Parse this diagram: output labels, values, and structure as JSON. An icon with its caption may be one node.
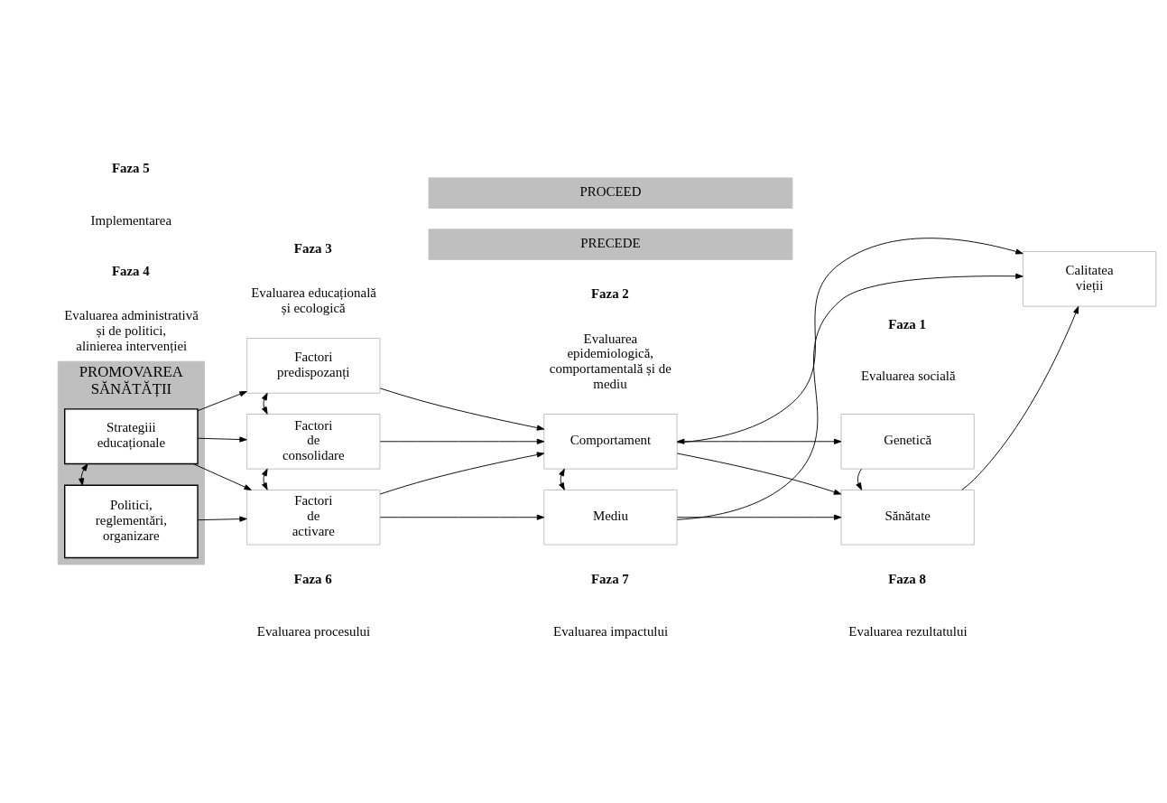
{
  "diagram": {
    "nodes": [
      {
        "text": [
          "PRECEDE"
        ]
      },
      {
        "text": [
          "PROMOVAREA SĂNĂTĂȚII"
        ]
      },
      {
        "text": [
          "Strategiii educaționale"
        ],
        "in": 1
      },
      {
        "text": [
          "Politici, reglementări, organizare"
        ],
        "in": 1
      },
      {
        "text": [
          "Factori predispozanți"
        ]
      },
      {
        "text": [
          "Factori de consolidare"
        ]
      },
      {
        "text": [
          "Factori de activare"
        ]
      },
      {
        "text": [
          "Genetică"
        ]
      },
      {
        "text": [
          "Comportament"
        ]
      },
      {
        "text": [
          "Mediu"
        ]
      },
      {
        "text": [
          "Sănătate"
        ]
      },
      {
        "text": [
          "Calitatea vieții"
        ]
      },
      {
        "text": [
          "PROCEED"
        ]
      }
    ],
    "edges": [
      {
        "from": 2,
        "to": 4,
        "arrow": "to"
      },
      {
        "from": 2,
        "to": 5,
        "arrow": "to"
      },
      {
        "from": 2,
        "to": 6,
        "arrow": "to"
      },
      {
        "from": 2,
        "to": 3,
        "arrow": "both"
      },
      {
        "from": 3,
        "to": 6,
        "arrow": "to"
      },
      {
        "from": 4,
        "to": 5,
        "arrow": "both"
      },
      {
        "from": 5,
        "to": 6,
        "arrow": "both"
      },
      {
        "from": 4,
        "to": 8,
        "arrow": "to"
      },
      {
        "from": 5,
        "to": 8,
        "arrow": "to"
      },
      {
        "from": 6,
        "to": 8,
        "arrow": "to"
      },
      {
        "from": 6,
        "to": 9,
        "arrow": "to"
      },
      {
        "from": 8,
        "to": 7,
        "arrow": "both"
      },
      {
        "from": 8,
        "to": 9,
        "arrow": "both"
      },
      {
        "from": 8,
        "to": 11,
        "arrow": "to"
      },
      {
        "from": 8,
        "to": 10,
        "arrow": "to"
      },
      {
        "from": 7,
        "to": 10,
        "arrow": "to"
      },
      {
        "from": 10,
        "to": 11,
        "arrow": "to"
      },
      {
        "from": 9,
        "to": 10,
        "arrow": "to"
      },
      {
        "from": 9,
        "to": 11,
        "arrow": "to"
      }
    ],
    "labels": [
      "Faza 4",
      "Evaluarea administrativă și de politici, alinierea intervenției",
      "Faza 3",
      "Evaluarea educațională și ecologică",
      "Faza 2",
      "Evaluarea epidemiologică, comportamentală și de mediu",
      "Faza 1",
      "Evaluarea socială",
      "Faza 5",
      "Implementarea",
      "Faza 6",
      "Evaluarea procesului",
      "Faza 7",
      "Evaluarea impactului",
      "Faza 8",
      "Evaluarea rezultatului"
    ]
  }
}
